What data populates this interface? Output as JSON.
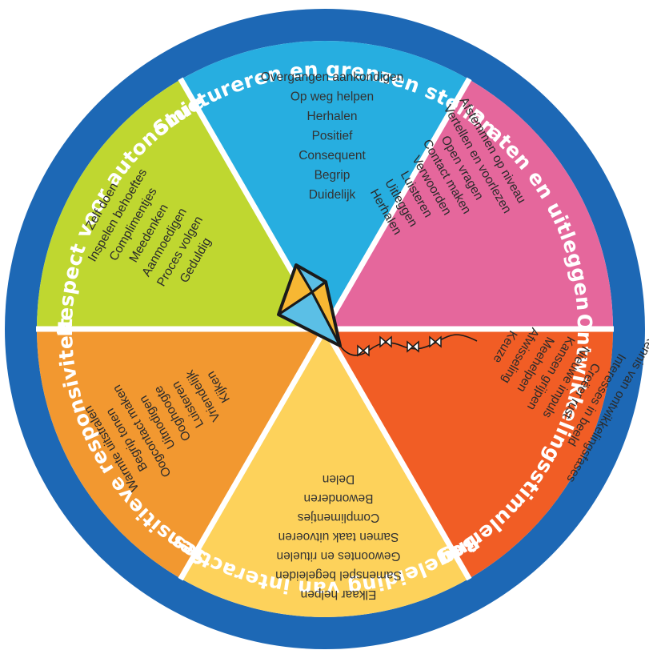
{
  "colors": {
    "ring": "#1d68b5",
    "divider": "#ffffff",
    "kite_blue": "#5bbfe6",
    "kite_orange": "#f7b733"
  },
  "segments": [
    {
      "title": "Stuctureren en grenzen stellen",
      "color": "#27aee0",
      "text_color": "#333333",
      "items": [
        "Overgangen aankondigen",
        "Op weg helpen",
        "Herhalen",
        "Positief",
        "Consequent",
        "Begrip",
        "Duidelijk"
      ]
    },
    {
      "title": "Praten en uitleggen",
      "color": "#e5679c",
      "text_color": "#2b2b2b",
      "items": [
        "Afstemmen op niveau",
        "Vertellen en voorlezen",
        "Open vragen",
        "Contact maken",
        "Verwoorden",
        "Luisteren",
        "Uitleggen",
        "Herhalen"
      ]
    },
    {
      "title": "Ontwikkelingsstimulering",
      "color": "#f15d25",
      "text_color": "#2b2b2b",
      "items": [
        "Kennis van ontwikkelingsfases",
        "Interesses in beeld",
        "Creëer rust",
        "Nieuwe impuls",
        "Kansen grijpen",
        "Meehelpen",
        "Afwisseling",
        "Keuze"
      ]
    },
    {
      "title": "Begeleiding van interacties",
      "color": "#fdd25b",
      "text_color": "#333333",
      "items": [
        "Elkaar helpen",
        "Samenspel begeleiden",
        "Gewoontes en rituelen",
        "Samen taak uitvoeren",
        "Complimentjes",
        "Bewonderen",
        "Delen"
      ]
    },
    {
      "title": "Sensitieve responsiviteit",
      "color": "#f29830",
      "text_color": "#2b2b2b",
      "items": [
        "Warmte uitstralen",
        "Begrip tonen",
        "Oogcontact maken",
        "Uitnodigen",
        "Ooghoogte",
        "Luisteren",
        "Vriendelijk",
        "Kijken"
      ]
    },
    {
      "title": "Respect voor autonomie",
      "color": "#bfd730",
      "text_color": "#2b2b2b",
      "items": [
        "Zelf doen",
        "Inspelen behoeftes",
        "Complimentjes",
        "Meedenken",
        "Aanmoedigen",
        "Proces volgen",
        "Geduldig"
      ]
    }
  ]
}
